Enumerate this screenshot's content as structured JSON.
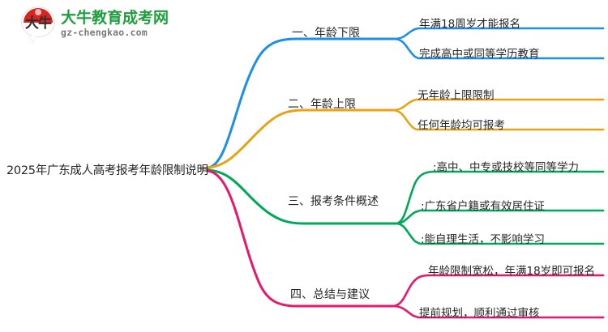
{
  "logo": {
    "mark_text": "大牛",
    "title": "大牛教育成考网",
    "subtitle": "gz-chengkao.com"
  },
  "mindmap": {
    "root": {
      "label": "2025年广东成人高考报考年龄限制说明"
    },
    "branches": [
      {
        "label": "一、年龄下限",
        "color": "#1E8FE8",
        "children": [
          {
            "label": "年满18周岁才能报名"
          },
          {
            "label": "完成高中或同等学历教育"
          }
        ]
      },
      {
        "label": "二、年龄上限",
        "color": "#E8A317",
        "children": [
          {
            "label": "无年龄上限限制"
          },
          {
            "label": "任何年龄均可报考"
          }
        ]
      },
      {
        "label": "三、报考条件概述",
        "color": "#00A85A",
        "children": [
          {
            "label": ":高中、中专或技校等同等学力"
          },
          {
            "label": ":广东省户籍或有效居住证"
          },
          {
            "label": ":能自理生活，不影响学习"
          }
        ]
      },
      {
        "label": "四、总结与建议",
        "color": "#E8186B",
        "children": [
          {
            "label": "年龄限制宽松，年满18岁即可报名"
          },
          {
            "label": "提前规划，顺利通过审核"
          }
        ]
      }
    ]
  }
}
